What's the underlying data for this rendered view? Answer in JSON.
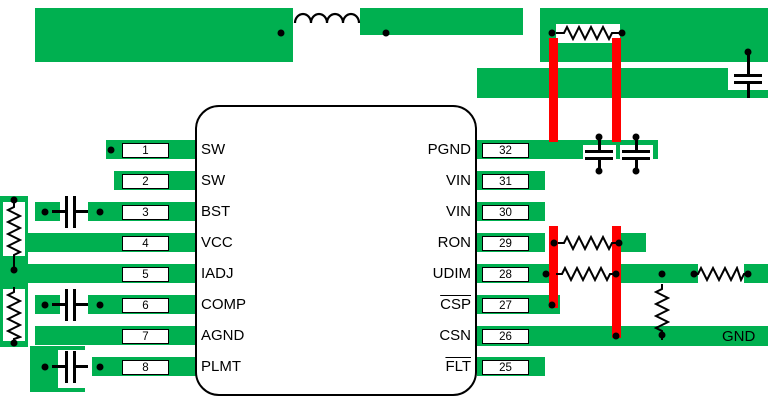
{
  "ic": {
    "left_pins": [
      {
        "number": "1",
        "label": "SW",
        "overbar": false
      },
      {
        "number": "2",
        "label": "SW",
        "overbar": false
      },
      {
        "number": "3",
        "label": "BST",
        "overbar": false
      },
      {
        "number": "4",
        "label": "VCC",
        "overbar": false
      },
      {
        "number": "5",
        "label": "IADJ",
        "overbar": false
      },
      {
        "number": "6",
        "label": "COMP",
        "overbar": false
      },
      {
        "number": "7",
        "label": "AGND",
        "overbar": false
      },
      {
        "number": "8",
        "label": "PLMT",
        "overbar": false
      }
    ],
    "right_pins": [
      {
        "number": "32",
        "label": "PGND",
        "overbar": false
      },
      {
        "number": "31",
        "label": "VIN",
        "overbar": false
      },
      {
        "number": "30",
        "label": "VIN",
        "overbar": false
      },
      {
        "number": "29",
        "label": "RON",
        "overbar": false
      },
      {
        "number": "28",
        "label": "UDIM",
        "overbar": false
      },
      {
        "number": "27",
        "label": "CSP",
        "overbar": true
      },
      {
        "number": "26",
        "label": "CSN",
        "overbar": false
      },
      {
        "number": "25",
        "label": "FLT",
        "overbar": true
      }
    ]
  },
  "labels": {
    "gnd": "GND"
  },
  "colors": {
    "copper_green": "#00B050",
    "top_trace_red": "#FF0000",
    "outline_black": "#000000"
  }
}
